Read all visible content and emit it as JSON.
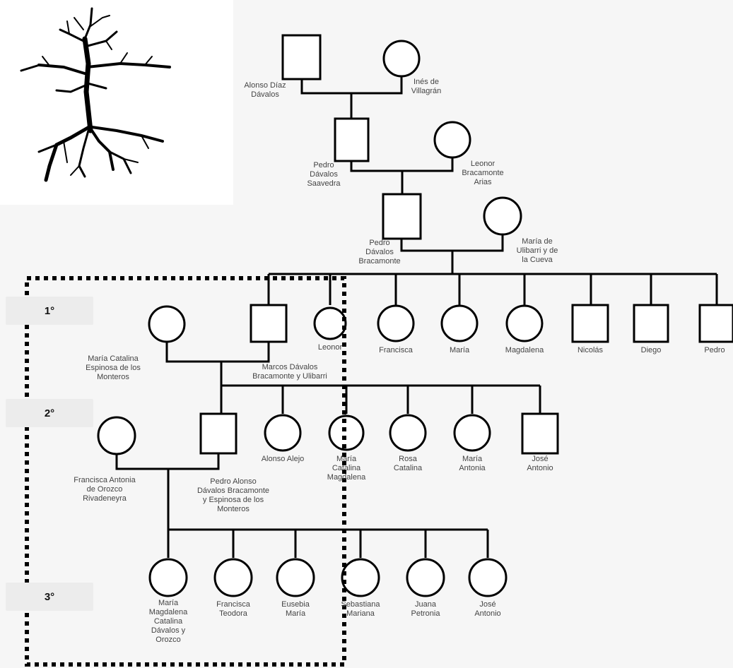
{
  "generations": [
    "1°",
    "2°",
    "3°"
  ],
  "people": {
    "alonso_diaz": "Alonso Díaz\nDávalos",
    "ines": "Inés de\nVillagrán",
    "pedro_saavedra": "Pedro\nDávalos\nSaavedra",
    "leonor_bracamonte": "Leonor\nBracamonte\nArias",
    "pedro_bracamonte": "Pedro\nDávalos\nBracamonte",
    "maria_ulibarri": "María de\nUlibarri y de\nla Cueva",
    "leonor": "Leonor",
    "francisca": "Francisca",
    "maria": "María",
    "magdalena": "Magdalena",
    "nicolas": "Nicolás",
    "diego": "Diego",
    "pedro": "Pedro",
    "maria_catalina_espinosa": "María Catalina\nEspinosa de los\nMonteros",
    "marcos": "Marcos Dávalos\nBracamonte y Ulibarri",
    "alonso_alejo": "Alonso Alejo",
    "maria_catalina_magdalena": "María\nCatalina\nMagdalena",
    "rosa_catalina": "Rosa\nCatalina",
    "maria_antonia": "María\nAntonia",
    "jose_antonio_2": "José\nAntonio",
    "francisca_orozco": "Francisca Antonia\nde Orozco\nRivadeneyra",
    "pedro_alonso": "Pedro Alonso\nDávalos Bracamonte\ny Espinosa de los\nMonteros",
    "maria_magdalena_3": "María\nMagdalena\nCatalina\nDávalos y\nOrozco",
    "francisca_teodora": "Francisca\nTeodora",
    "eusebia_maria": "Eusebia\nMaría",
    "sebastiana_mariana": "Sebastiana\nMariana",
    "juana_petronia": "Juana\nPetronia",
    "jose_antonio_3": "José\nAntonio"
  }
}
